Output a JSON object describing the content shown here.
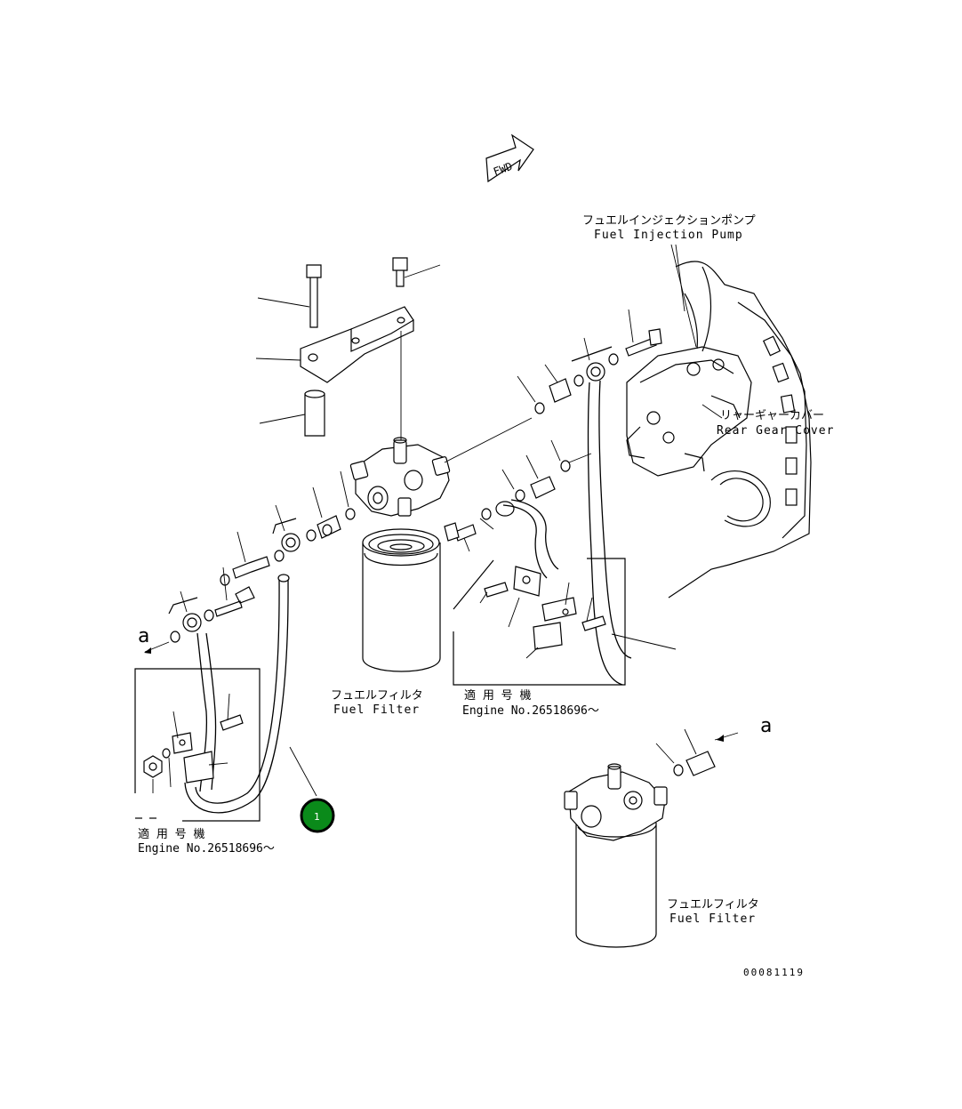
{
  "fwd_label": "FWD",
  "labels": {
    "fuel_injection_pump_jp": "フュエルインジェクションポンプ",
    "fuel_injection_pump_en": "Fuel Injection Pump",
    "rear_gear_cover_jp": "リャーギャーカバー",
    "rear_gear_cover_en": "Rear Gear Cover",
    "fuel_filter_jp": "フュエルフィルタ",
    "fuel_filter_en": "Fuel Filter",
    "fuel_filter2_jp": "フュエルフィルタ",
    "fuel_filter2_en": "Fuel Filter",
    "applicable_jp_1": "適 用 号 機",
    "engine_no_1": "Engine No.26518696～",
    "applicable_jp_2": "適 用 号 機",
    "engine_no_2": "Engine No.26518696～",
    "ref_a_left": "a",
    "ref_a_right": "a",
    "drawing_number": "00081119"
  },
  "callout": {
    "number": "1",
    "color": "#0a8a1a",
    "ring_color": "#000000"
  }
}
